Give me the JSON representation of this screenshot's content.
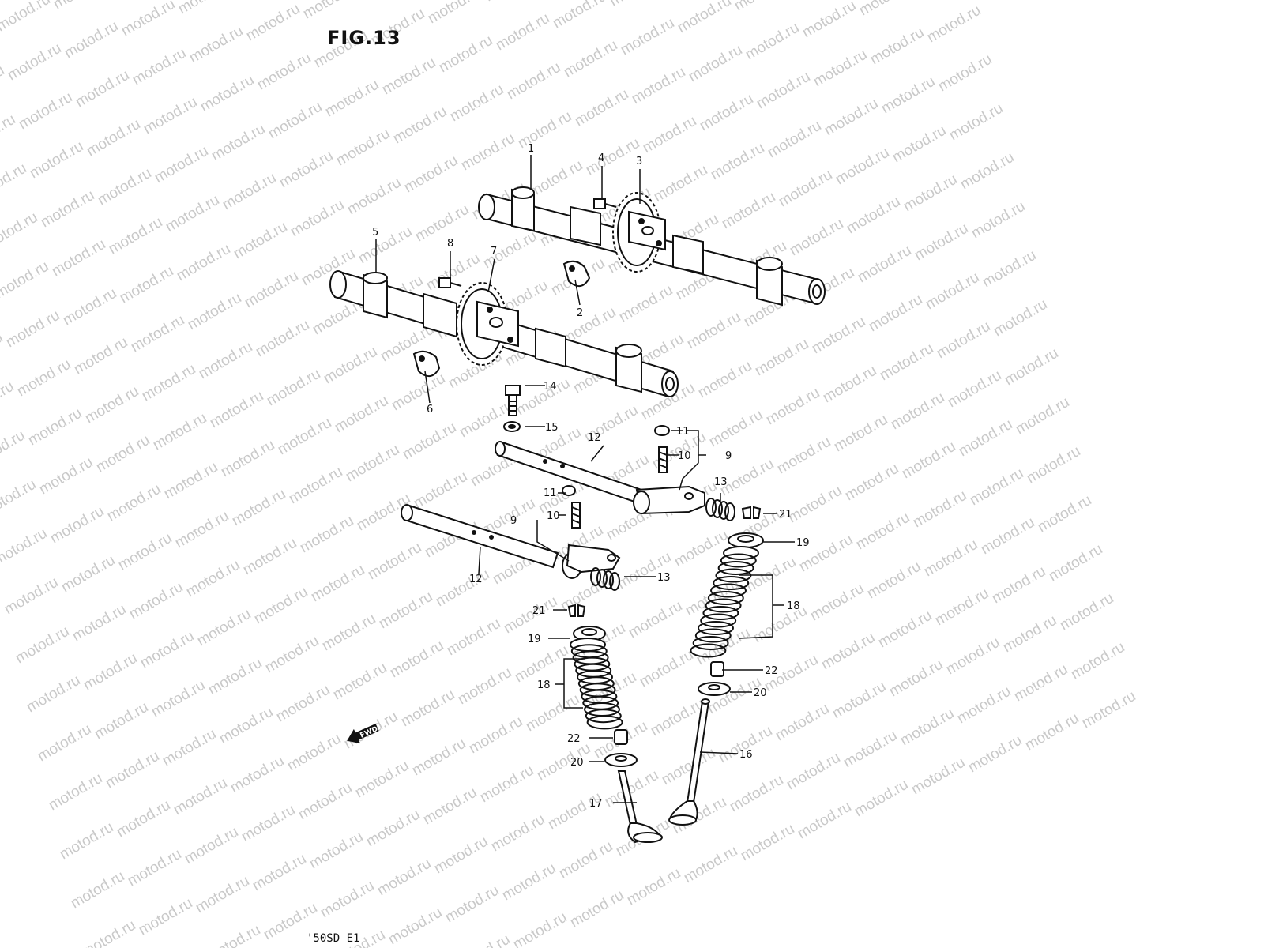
{
  "figure": {
    "title": "FIG.13",
    "footer": "'50SD E1",
    "watermark": "motod.ru",
    "fwd_label": "FWD"
  },
  "callouts": [
    "1",
    "2",
    "3",
    "4",
    "5",
    "6",
    "7",
    "8",
    "9",
    "10",
    "11",
    "12",
    "13",
    "14",
    "15",
    "16",
    "17",
    "18",
    "19",
    "20",
    "21",
    "22"
  ],
  "colors": {
    "ink": "#111111",
    "watermark": "#c9c9c9",
    "paper": "#ffffff"
  }
}
